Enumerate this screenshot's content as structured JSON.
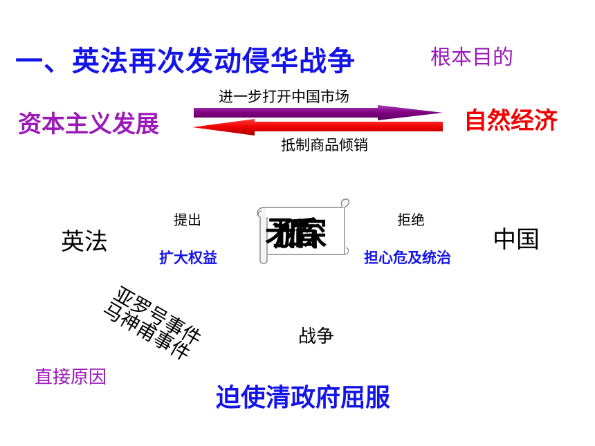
{
  "colors": {
    "blue": "#1414e6",
    "purple": "#9b19b9",
    "red": "#f00000",
    "dark_purple": "#800080"
  },
  "title": "一、英法再次发动侵华战争",
  "root_goal": "根本目的",
  "relation": {
    "left_label": "资本主义发展",
    "right_label": "自然经济",
    "top_arrow_text": "进一步打开中国市场",
    "bottom_arrow_text": "抵制商品倾销"
  },
  "conflict": {
    "left_party": "英法",
    "right_party": "中国",
    "left_action": "提出",
    "right_action": "拒绝",
    "left_demand": "扩大权益",
    "right_concern": "担心危及统治",
    "scroll_text": "矛盾",
    "scroll_text_overlap": "加深"
  },
  "incidents": [
    "亚罗号事件",
    "马神甫事件"
  ],
  "war": "战争",
  "direct_cause": "直接原因",
  "result": "迫使清政府屈服"
}
